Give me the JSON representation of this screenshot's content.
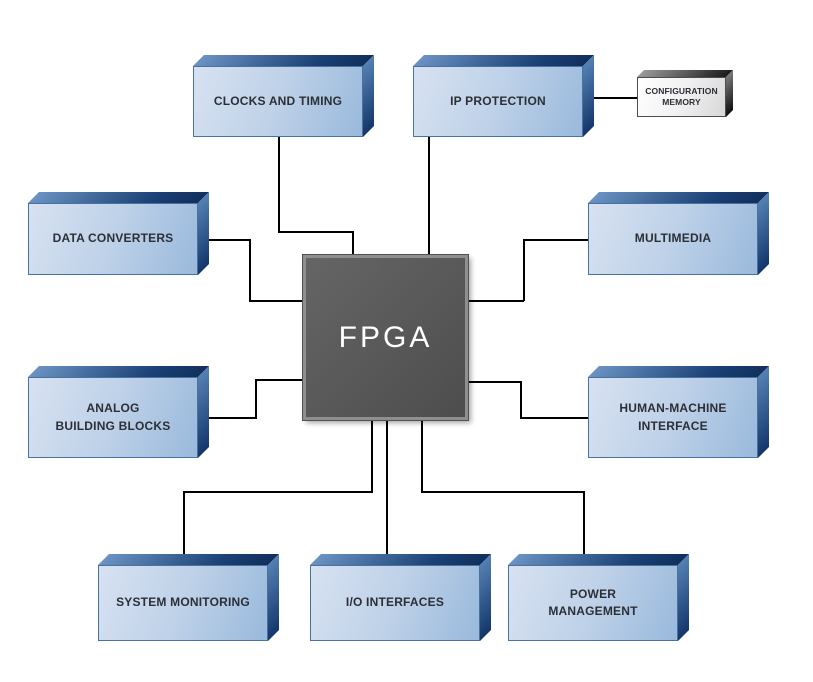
{
  "diagram": {
    "center": {
      "label": "FPGA"
    },
    "blocks": [
      {
        "id": "clocks-and-timing",
        "label": "CLOCKS AND TIMING"
      },
      {
        "id": "ip-protection",
        "label": "IP PROTECTION"
      },
      {
        "id": "configuration-memory",
        "label": "CONFIGURATION\nMEMORY"
      },
      {
        "id": "data-converters",
        "label": "DATA CONVERTERS"
      },
      {
        "id": "multimedia",
        "label": "MULTIMEDIA"
      },
      {
        "id": "analog-building-blocks",
        "label": "ANALOG\nBUILDING BLOCKS"
      },
      {
        "id": "human-machine-interface",
        "label": "HUMAN-MACHINE\nINTERFACE"
      },
      {
        "id": "system-monitoring",
        "label": "SYSTEM MONITORING"
      },
      {
        "id": "io-interfaces",
        "label": "I/O INTERFACES"
      },
      {
        "id": "power-management",
        "label": "POWER\nMANAGEMENT"
      }
    ],
    "colors": {
      "block_face_light": "#d7e2f1",
      "block_face_dark": "#99b9dc",
      "block_side_dark": "#14366a",
      "memory_face": "#ffffff",
      "memory_side": "#1a1a1a",
      "chip_body": "#565656",
      "chip_border": "#8f8f8f",
      "chip_text": "#ffffff",
      "connector": "#000000",
      "label_text": "#2b2f36",
      "background": "#ffffff"
    }
  }
}
